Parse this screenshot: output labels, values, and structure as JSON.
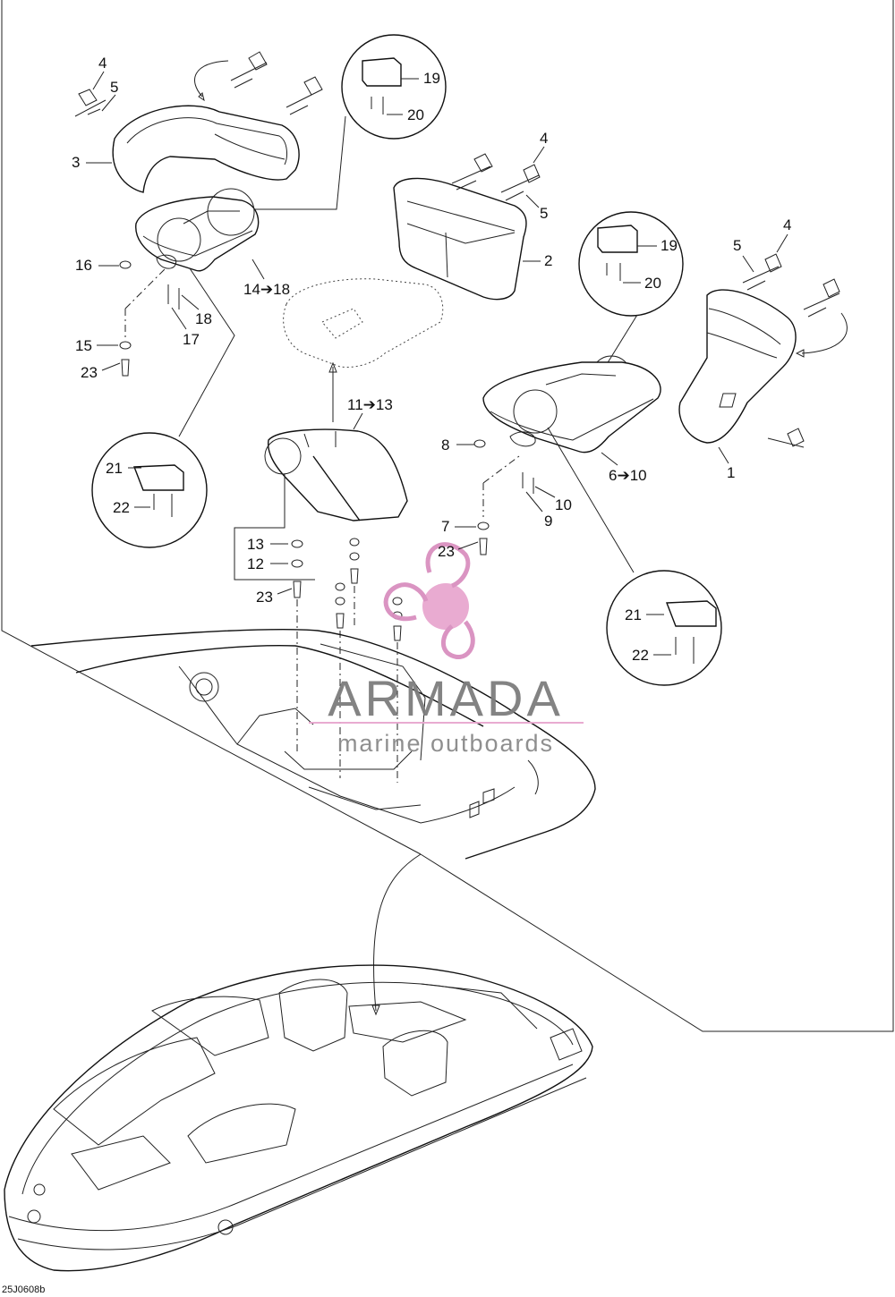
{
  "figure_code": "25J0608b",
  "watermark": {
    "title": "ARMADA",
    "subtitle": "marine outboards",
    "accent_color": "#e8a7cf",
    "logo_color": "#d98fbf"
  },
  "callouts": {
    "c1": "1",
    "c2": "2",
    "c3": "3",
    "c4a": "4",
    "c4b": "4",
    "c4c": "4",
    "c5a": "5",
    "c5b": "5",
    "c5c": "5",
    "c6": "6➔10",
    "c7": "7",
    "c8": "8",
    "c9": "9",
    "c10": "10",
    "c11": "11➔13",
    "c12": "12",
    "c13": "13",
    "c14": "14➔18",
    "c15": "15",
    "c16": "16",
    "c17": "17",
    "c18": "18",
    "c19a": "19",
    "c19b": "19",
    "c20a": "20",
    "c20b": "20",
    "c21a": "21",
    "c21b": "21",
    "c22a": "22",
    "c22b": "22",
    "c23a": "23",
    "c23b": "23",
    "c23c": "23"
  },
  "colors": {
    "line": "#111111",
    "background": "#ffffff"
  }
}
